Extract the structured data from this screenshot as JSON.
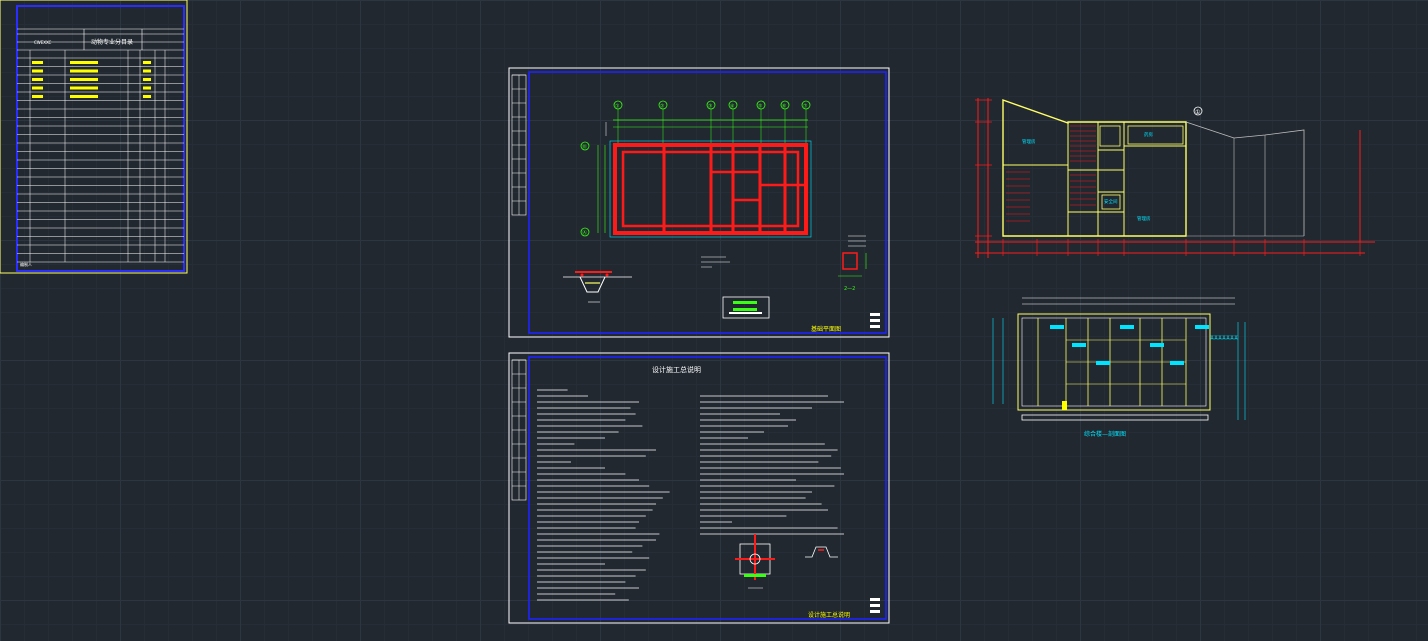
{
  "drawing_index": {
    "title": "动物专业分目录",
    "header_code": "CWEXXC",
    "footer_label": "编制人",
    "rows": 5
  },
  "plan_sheet": {
    "axis_labels": [
      "①",
      "②",
      "③",
      "④",
      "⑤",
      "⑥",
      "⑦"
    ],
    "row_labels": [
      "Ⓑ",
      "Ⓐ"
    ],
    "section_label": "2—2",
    "title_block": "基础平面图"
  },
  "notes_sheet": {
    "heading": "设计施工总说明",
    "title_block": "设计施工总说明"
  },
  "elevation": {
    "marker": "①",
    "rooms": [
      "管理房",
      "药房",
      "安全间",
      "管理房"
    ]
  },
  "section_view": {
    "caption": "综合楼—剖面图",
    "right_label": "某某某某某某某"
  },
  "colors": {
    "background": "#212830",
    "sheet_border": "#ffffff",
    "inner_frame": "#1e22ff",
    "index_frame": "#ffff00",
    "structure": "#ff1a1a",
    "annotation": "#00e5ff",
    "outline": "#ffff66",
    "dim": "#39ff14"
  }
}
